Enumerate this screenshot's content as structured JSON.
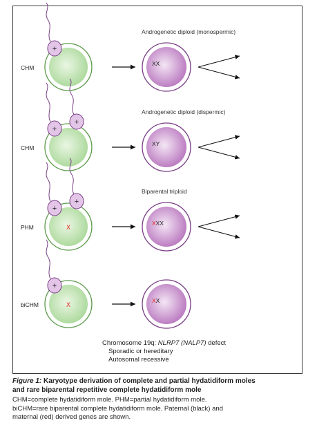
{
  "rows": [
    {
      "label": "CHM",
      "title": "Androgenetic diploid (monospermic)",
      "karyotype": [
        {
          "text": "XX",
          "origin": "paternal"
        }
      ]
    },
    {
      "label": "CHM",
      "title": "Androgenetic diploid (dispermic)",
      "karyotype": [
        {
          "text": "XY",
          "origin": "paternal"
        }
      ]
    },
    {
      "label": "PHM",
      "title": "Biparental triploid",
      "egg_chromosome": "X",
      "karyotype": [
        {
          "text": "X",
          "origin": "maternal"
        },
        {
          "text": "XX",
          "origin": "paternal"
        }
      ]
    },
    {
      "label": "biCHM",
      "title": "",
      "egg_chromosome": "X",
      "karyotype": [
        {
          "text": "X",
          "origin": "maternal"
        },
        {
          "text": "X",
          "origin": "paternal"
        }
      ]
    }
  ],
  "sperm_symbol": "+",
  "note": {
    "line1_prefix": "Chromosome 19q: ",
    "line1_gene": "NLRP7 (NALP7)",
    "line1_suffix": " defect",
    "line2": "Sporadic or hereditary",
    "line3": "Autosomal recessive"
  },
  "caption": {
    "figure_label": "Figure 1:",
    "title_line1": " Karyotype derivation of complete and partial hydatidiform moles",
    "title_line2": "and rare biparental repetitive complete hydatidiform mole",
    "body_lines": [
      "CHM=complete hydatidiform mole. PHM=partial hydatidiform mole.",
      "biCHM=rare biparental complete hydatidiform mole. Paternal (black) and",
      "maternal (red) derived genes are shown."
    ]
  },
  "colors": {
    "egg_fill": "#bfe3b0",
    "egg_stroke": "#5a9a4a",
    "cell_fill": "#c98fcc",
    "cell_stroke": "#7a3f86",
    "sperm_fill": "#e3c5e8",
    "paternal": "#222222",
    "maternal": "#e3231b"
  }
}
